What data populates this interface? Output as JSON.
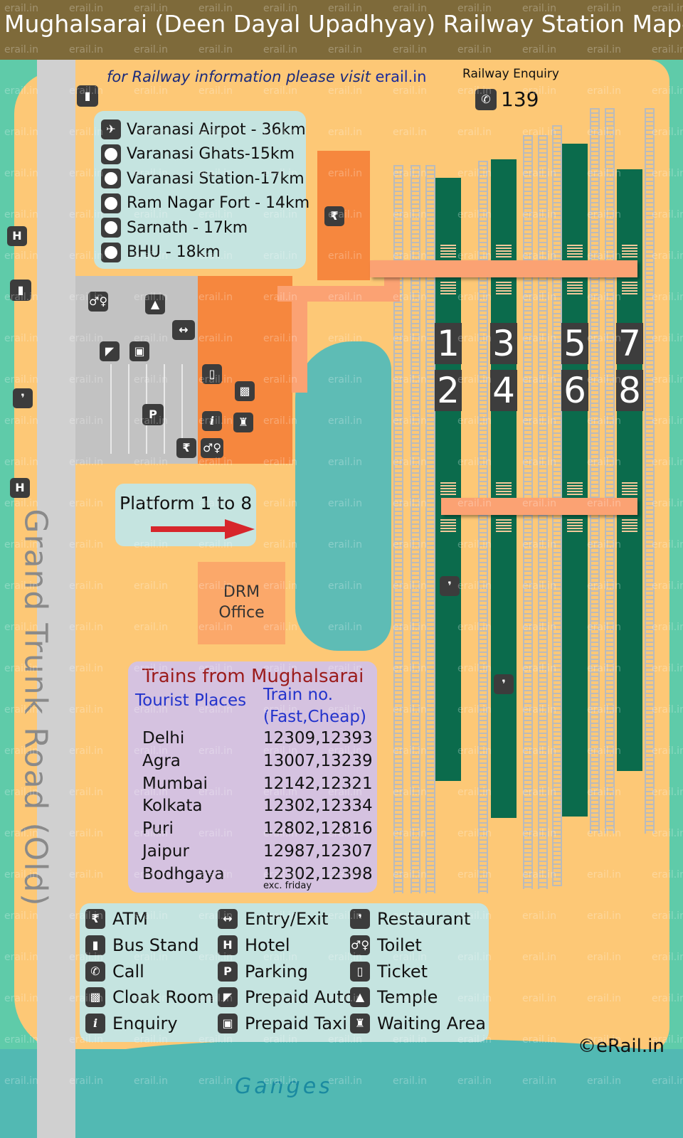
{
  "header": {
    "title": "Mughalsarai (Deen Dayal Upadhyay) Railway Station Map- MGS",
    "info_text": "for Railway information please visit ",
    "info_link": "erail.in",
    "enquiry_label": "Railway Enquiry",
    "enquiry_number": "139"
  },
  "distances": [
    {
      "icon": "airplane-icon",
      "label": "Varanasi Airpot - 36km"
    },
    {
      "icon": "place-icon",
      "label": "Varanasi Ghats-15km"
    },
    {
      "icon": "place-icon",
      "label": "Varanasi Station-17km"
    },
    {
      "icon": "place-icon",
      "label": "Ram Nagar Fort - 14km"
    },
    {
      "icon": "place-icon",
      "label": "Sarnath - 17km"
    },
    {
      "icon": "place-icon",
      "label": "BHU - 18km"
    }
  ],
  "map": {
    "road_label": "Grand Trunk Road (Old)",
    "river_label": "Ganges",
    "platform_label": "Platform 1 to 8",
    "drm_line1": "DRM",
    "drm_line2": "Office",
    "platform_numbers": [
      "1",
      "2",
      "3",
      "4",
      "5",
      "6",
      "7",
      "8"
    ],
    "colors": {
      "land": "#fdc876",
      "water": "#52b9b3",
      "platform": "#0b6b4c",
      "station": "#f6873e",
      "road": "#d0d0d0"
    }
  },
  "trains": {
    "title": "Trains from Mughalsarai",
    "col1_header": "Tourist Places",
    "col2_header_line1": "Train no.",
    "col2_header_line2": "(Fast,Cheap)",
    "rows": [
      {
        "place": "Delhi",
        "trains": "12309,12393"
      },
      {
        "place": "Agra",
        "trains": "13007,13239"
      },
      {
        "place": "Mumbai",
        "trains": "12142,12321"
      },
      {
        "place": "Kolkata",
        "trains": "12302,12334"
      },
      {
        "place": "Puri",
        "trains": "12802,12816"
      },
      {
        "place": "Jaipur",
        "trains": "12987,12307"
      },
      {
        "place": "Bodhgaya",
        "trains": "12302,12398"
      }
    ],
    "note": "exc. friday"
  },
  "legend": [
    {
      "icon": "atm-icon",
      "label": "ATM"
    },
    {
      "icon": "bus-icon",
      "label": "Bus Stand"
    },
    {
      "icon": "phone-icon",
      "label": "Call"
    },
    {
      "icon": "cloak-room-icon",
      "label": "Cloak Room"
    },
    {
      "icon": "enquiry-icon",
      "label": "Enquiry"
    },
    {
      "icon": "entry-exit-icon",
      "label": "Entry/Exit"
    },
    {
      "icon": "hotel-icon",
      "label": "Hotel"
    },
    {
      "icon": "parking-icon",
      "label": "Parking"
    },
    {
      "icon": "prepaid-auto-icon",
      "label": "Prepaid Auto"
    },
    {
      "icon": "taxi-icon",
      "label": "Prepaid Taxi"
    },
    {
      "icon": "restaurant-icon",
      "label": "Restaurant"
    },
    {
      "icon": "toilet-icon",
      "label": "Toilet"
    },
    {
      "icon": "ticket-icon",
      "label": "Ticket"
    },
    {
      "icon": "temple-icon",
      "label": "Temple"
    },
    {
      "icon": "waiting-area-icon",
      "label": "Waiting Area"
    }
  ],
  "copyright": "©eRail.in",
  "watermark": "erail.in"
}
